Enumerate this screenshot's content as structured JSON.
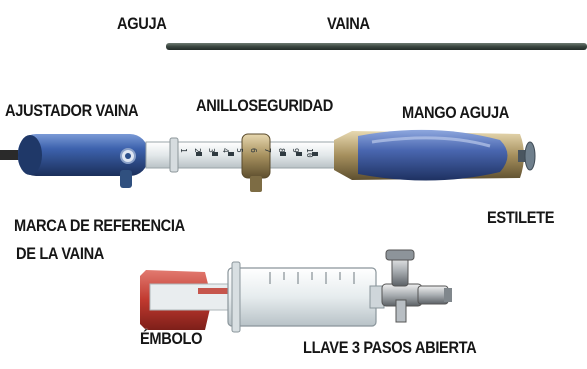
{
  "labels": {
    "aguja": "AGUJA",
    "vaina": "VAINA",
    "ajustador_vaina": "AJUSTADOR VAINA",
    "anillo_seguridad": "ANILLOSEGURIDAD",
    "mango_aguja": "MANGO AGUJA",
    "marca_referencia_line1": "MARCA DE REFERENCIA",
    "marca_referencia_line2": "DE LA VAINA",
    "estilete": "ESTILETE",
    "embolo": "ÉMBOLO",
    "llave_3_pasos": "LLAVE 3 PASOS ABIERTA"
  },
  "scale_numbers": [
    "1",
    "2",
    "3",
    "4",
    "5",
    "6",
    "7",
    "8",
    "9",
    "10"
  ],
  "colors": {
    "background": "#ffffff",
    "shaft": "#3f4a44",
    "sheath_adjuster": "#2b4e8a",
    "handle_grip": "#3d5a9c",
    "ring": "#9a8c6a",
    "barrel": "#e8eef0",
    "plunger": "#c8473e",
    "label_text": "#161616"
  }
}
